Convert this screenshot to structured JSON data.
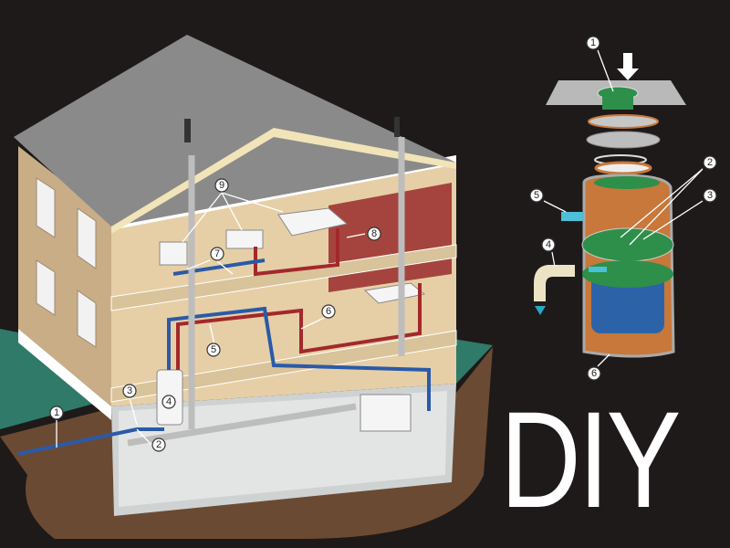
{
  "title_text": "DIY",
  "house_callouts": [
    "1",
    "2",
    "3",
    "4",
    "5",
    "6",
    "7",
    "8",
    "9"
  ],
  "disposal_callouts": [
    "1",
    "2",
    "3",
    "4",
    "5",
    "6"
  ],
  "colors": {
    "background": "#1e1a1a",
    "roof": "#8a8a8a",
    "siding": "#c9ad86",
    "interior": "#e6cfa6",
    "accent_wall": "#a5443e",
    "ground": "#6b4a33",
    "grass": "#2f7a68",
    "hot_pipe": "#a3282b",
    "cold_pipe": "#2a5aa8",
    "disposal_body": "#c7783a",
    "disposal_plate": "#2e8f4a",
    "motor": "#2c63a8"
  }
}
